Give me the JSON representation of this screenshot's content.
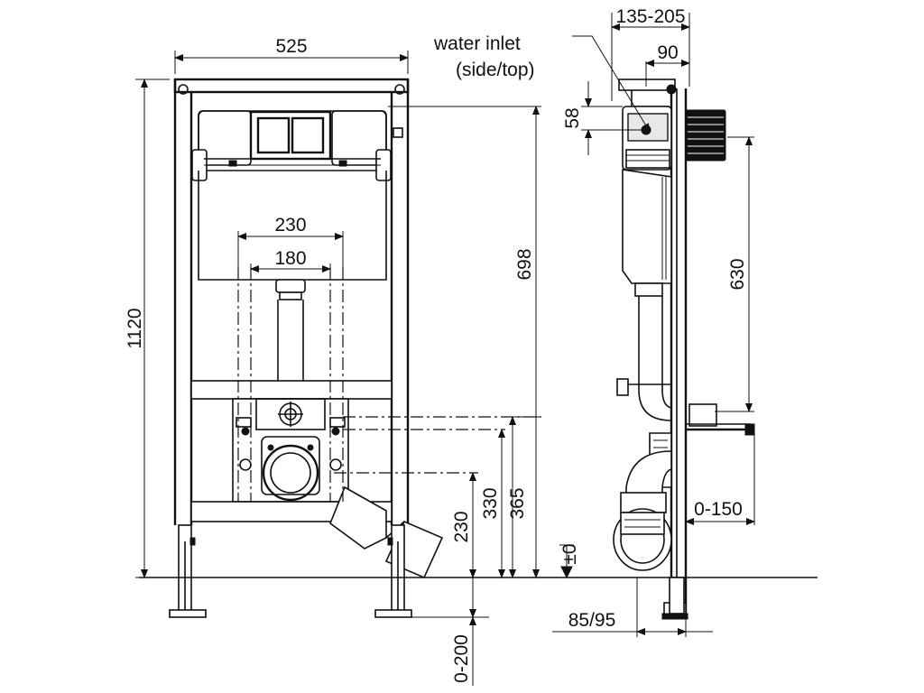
{
  "drawing": {
    "front_view": {
      "width": "525",
      "height": "1120",
      "outer_bracket": "230",
      "inner_bracket": "180"
    },
    "side_view": {
      "depth_range": "135-205",
      "depth": "90",
      "water_inlet": "water inlet",
      "water_inlet_sub": "(side/top)",
      "inlet_height": "58",
      "cistern_height": "698",
      "flush_height": "630",
      "wall_offset": "0-150",
      "drain_height_a": "230",
      "drain_height_b": "330",
      "drain_height_c": "365",
      "floor_level": "±0",
      "foot_depth": "85/95",
      "foot_adjust": "0-200"
    }
  }
}
